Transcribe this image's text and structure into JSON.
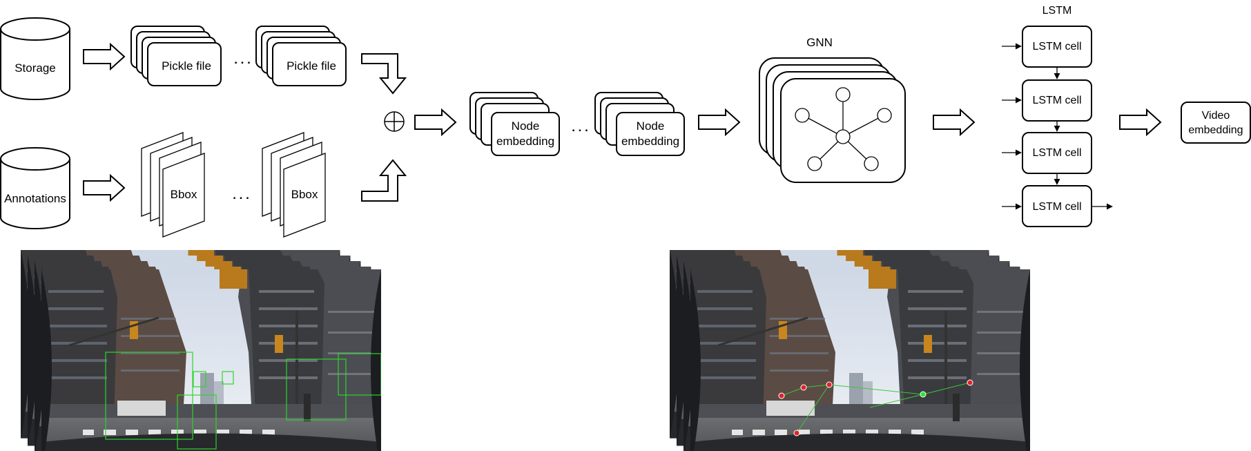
{
  "inputs": {
    "storage_label": "Storage",
    "annotations_label": "Annotations"
  },
  "pickle": {
    "label": "Pickle file",
    "ellipsis": ". . ."
  },
  "bbox": {
    "label": "Bbox",
    "ellipsis": ". . ."
  },
  "fusion": {
    "symbol": "⊕"
  },
  "node_embedding": {
    "line1": "Node",
    "line2": "embedding",
    "ellipsis": ". . ."
  },
  "gnn": {
    "title": "GNN"
  },
  "lstm": {
    "title": "LSTM",
    "cells": [
      "LSTM cell",
      "LSTM cell",
      "LSTM cell",
      "LSTM cell"
    ]
  },
  "output": {
    "line1": "Video",
    "line2": "embedding"
  },
  "colors": {
    "stroke": "#000000",
    "bbox_green": "#2bd62b",
    "node_red": "#e0242e",
    "node_green": "#33e033",
    "edge_green": "#3cc83c",
    "sky": "#dfe7f2",
    "building_dark": "#3d3b3a",
    "building_brown": "#6b4a3a",
    "road": "#5d5f63",
    "hood": "#26282c"
  }
}
